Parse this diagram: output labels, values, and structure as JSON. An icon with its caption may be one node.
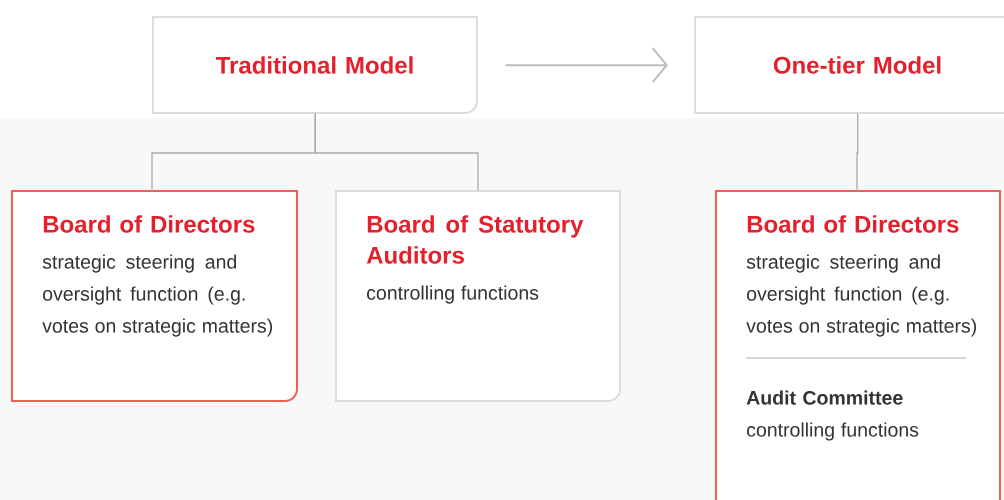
{
  "diagram": {
    "nodes": [
      {
        "text": [
          "Traditional Model"
        ]
      },
      {
        "text": [
          "One-tier Model"
        ]
      },
      {
        "text": [
          "Board of Directors",
          "strategic steering and oversight function (e.g. votes on strategic matters)"
        ]
      },
      {
        "text": [
          "Board of Statutory Auditors",
          "controlling functions"
        ]
      },
      {
        "text": [
          "Board of Directors",
          "strategic steering and oversight function (e.g. votes on strategic matters)",
          "Audit Committee",
          "controlling functions"
        ]
      }
    ],
    "edges": [
      {
        "from": 0,
        "to": 1,
        "arrow": "to"
      },
      {
        "from": 0,
        "to": 2,
        "arrow": "none"
      },
      {
        "from": 0,
        "to": 3,
        "arrow": "none"
      },
      {
        "from": 1,
        "to": 4,
        "arrow": "none"
      }
    ]
  }
}
